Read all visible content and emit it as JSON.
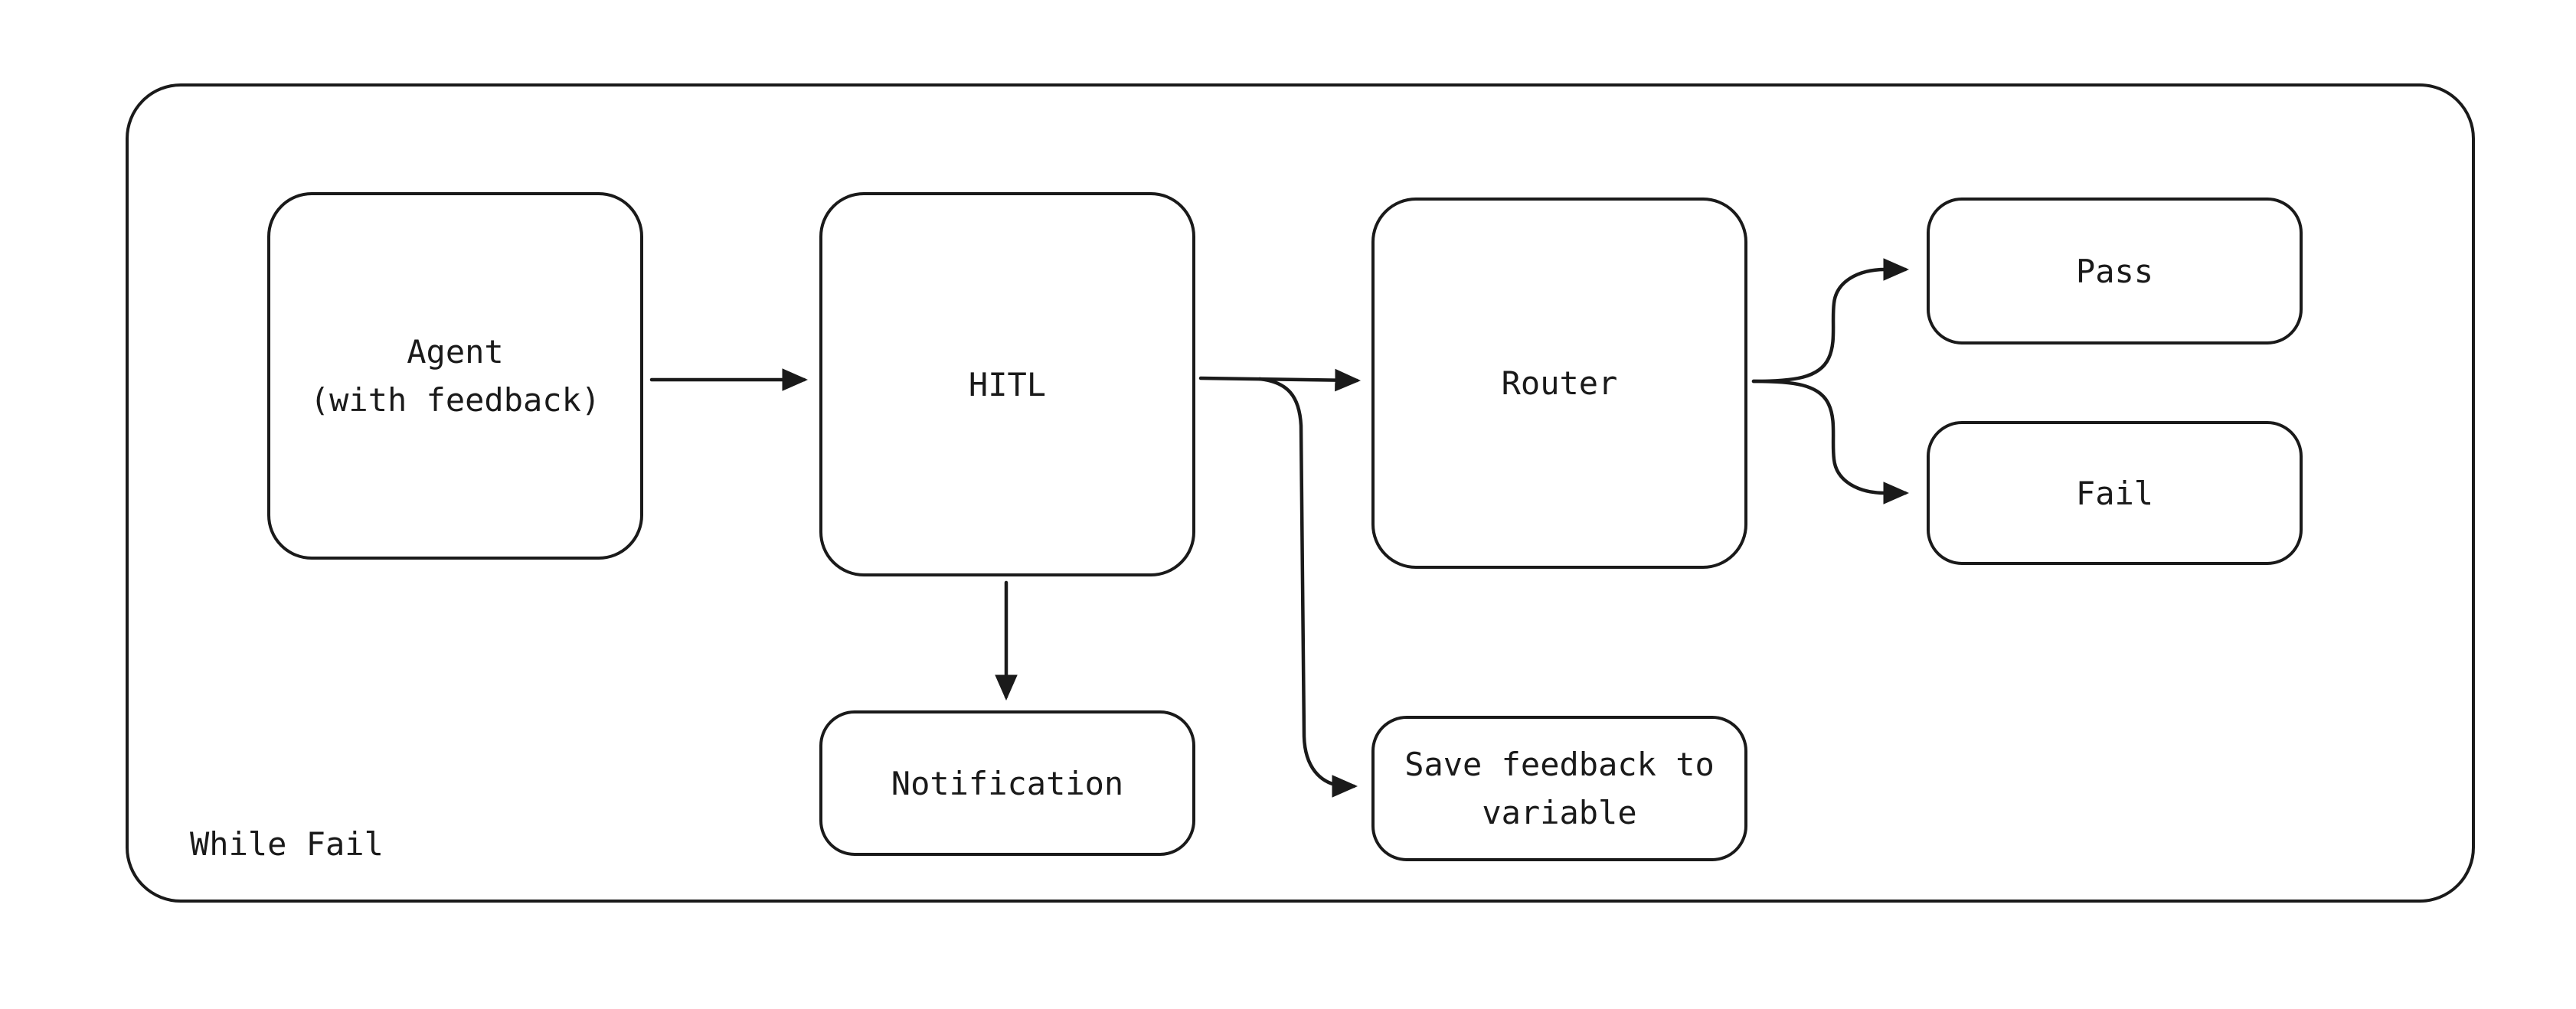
{
  "diagram": {
    "type": "flowchart",
    "container_label": "While Fail",
    "colors": {
      "stroke": "#1a1a1a",
      "background": "#ffffff"
    },
    "nodes": {
      "agent": {
        "label": "Agent\n(with feedback)"
      },
      "hitl": {
        "label": "HITL"
      },
      "router": {
        "label": "Router"
      },
      "pass": {
        "label": "Pass"
      },
      "fail": {
        "label": "Fail"
      },
      "notification": {
        "label": "Notification"
      },
      "save_feedback": {
        "label": "Save feedback to\nvariable"
      }
    },
    "edges": [
      {
        "from": "agent",
        "to": "hitl"
      },
      {
        "from": "hitl",
        "to": "router"
      },
      {
        "from": "hitl",
        "to": "notification"
      },
      {
        "from": "hitl",
        "to": "save_feedback"
      },
      {
        "from": "router",
        "to": "pass"
      },
      {
        "from": "router",
        "to": "fail"
      }
    ]
  }
}
